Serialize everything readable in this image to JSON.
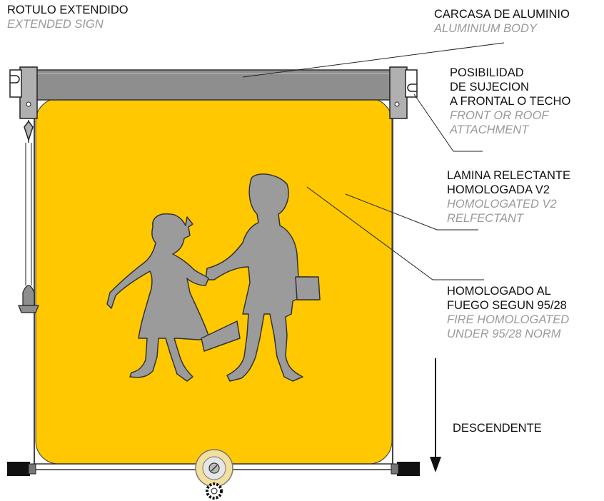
{
  "title": {
    "es": "ROTULO EXTENDIDO",
    "en": "EXTENDED SIGN"
  },
  "callouts": {
    "body": {
      "es": "CARCASA DE ALUMINIO",
      "en": "ALUMINIUM BODY"
    },
    "attach": {
      "es": [
        "POSIBILIDAD",
        "DE SUJECION",
        "A FRONTAL O TECHO"
      ],
      "en": [
        "FRONT OR ROOF",
        "ATTACHMENT"
      ]
    },
    "film": {
      "es": [
        "LAMINA RELECTANTE",
        "HOMOLOGADA V2"
      ],
      "en": [
        "HOMOLOGATED V2",
        "RELFECTANT"
      ]
    },
    "fire": {
      "es": [
        "HOMOLOGADO AL",
        "FUEGO SEGUN 95/28"
      ],
      "en": [
        "FIRE HOMOLOGATED",
        "UNDER 95/28 NORM"
      ]
    },
    "descend": "DESCENDENTE"
  },
  "colors": {
    "sign_yellow": "#ffc800",
    "pictogram_grey": "#9b9b9b",
    "housing_grey": "#8e8e8e",
    "outline": "#222222",
    "english_text": "#9a9a9a"
  },
  "icons": {
    "pictogram": "children-crossing-icon",
    "direction": "arrow-down-icon"
  }
}
